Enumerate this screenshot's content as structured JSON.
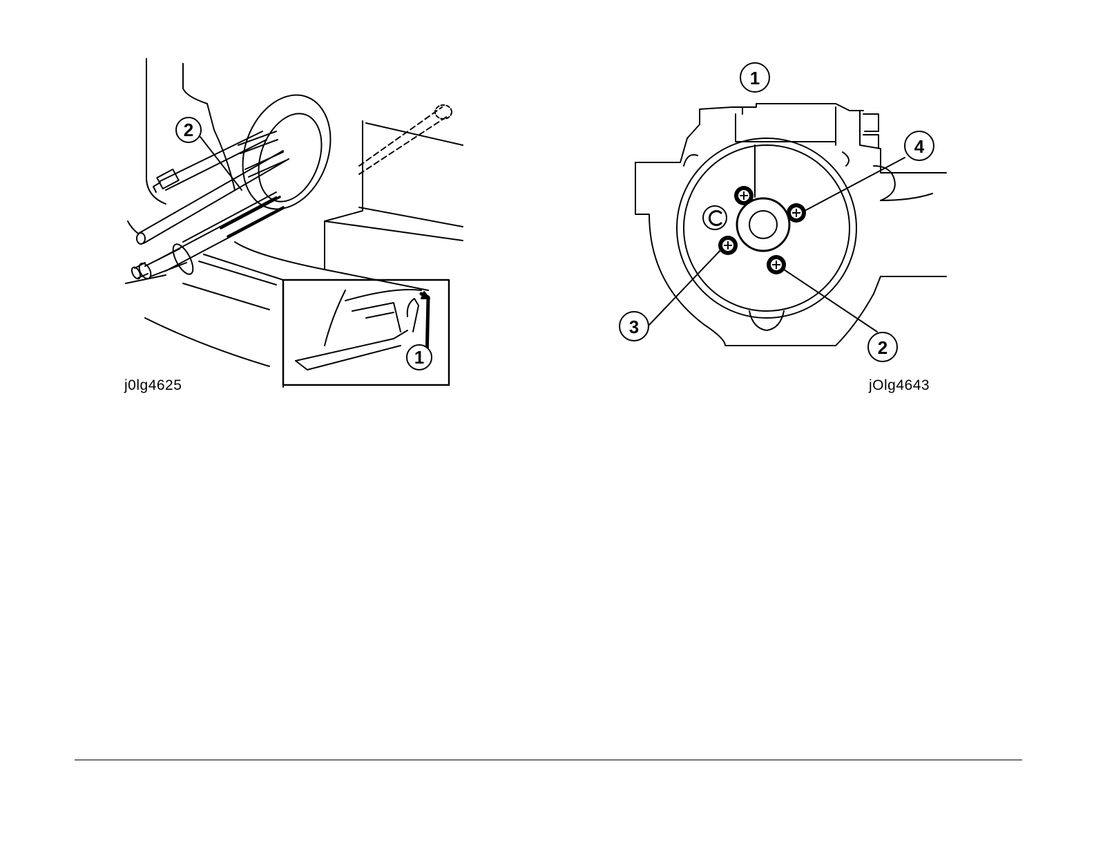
{
  "figures": [
    {
      "id": "j0lg4625",
      "callouts": [
        "2",
        "1"
      ]
    },
    {
      "id": "jOlg4643",
      "callouts": [
        "1",
        "4",
        "3",
        "2"
      ]
    }
  ]
}
